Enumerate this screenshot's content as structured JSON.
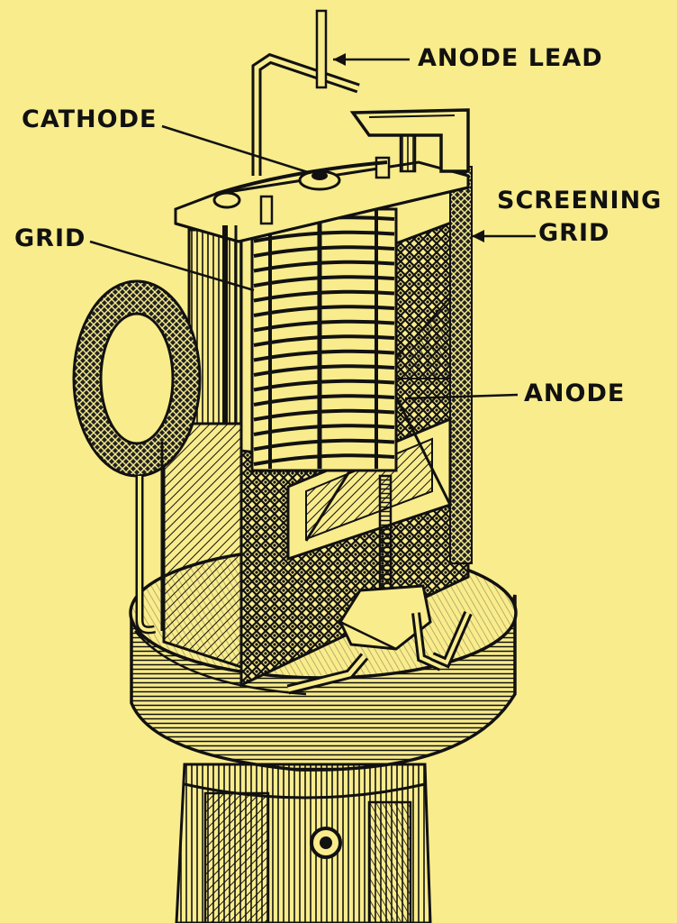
{
  "diagram": {
    "labels": {
      "anode_lead": "ANODE LEAD",
      "cathode": "CATHODE",
      "grid": "GRID",
      "screening_grid_line1": "SCREENING",
      "screening_grid_line2": "GRID",
      "anode": "ANODE"
    }
  },
  "colors": {
    "background": "#f9ec8c",
    "ink": "#111111"
  }
}
